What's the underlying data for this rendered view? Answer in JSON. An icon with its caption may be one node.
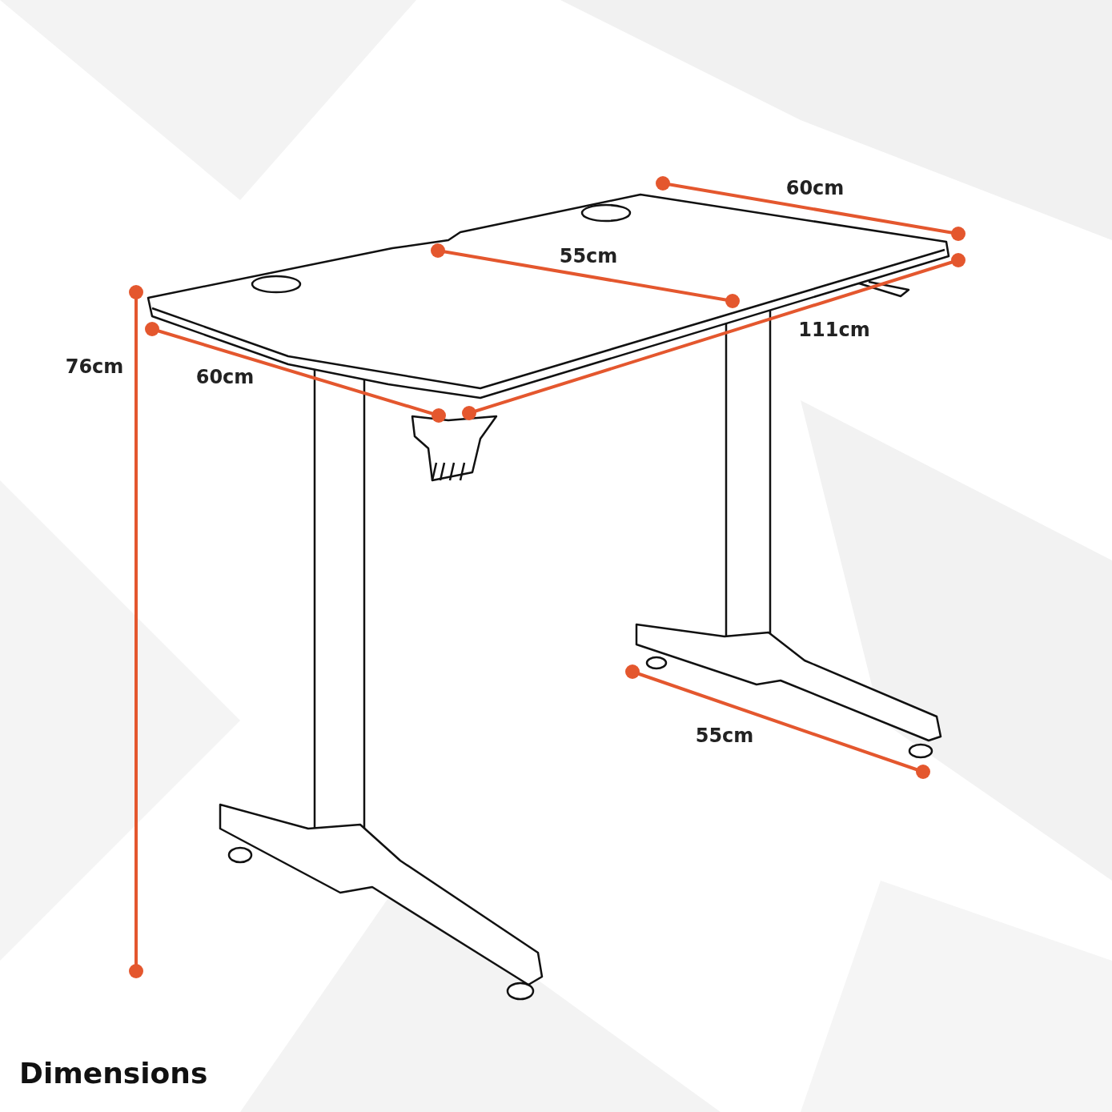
{
  "diagram": {
    "title": "Dimensions",
    "labels": [
      "60cm",
      "55cm",
      "111cm",
      "76cm",
      "60cm",
      "55cm"
    ]
  }
}
